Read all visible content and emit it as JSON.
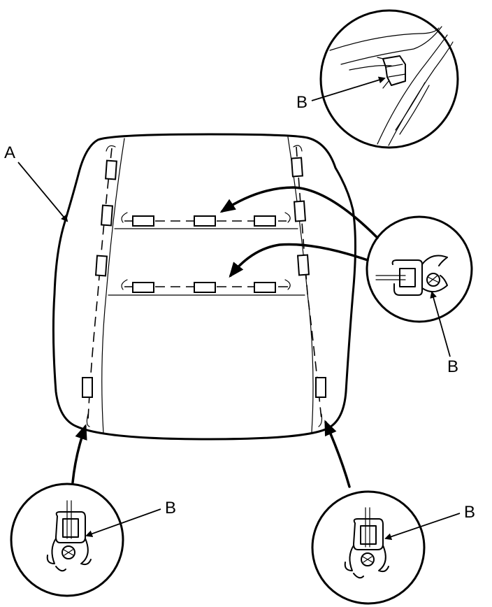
{
  "labels": {
    "cover": "A",
    "clip_top": "B",
    "clip_right": "B",
    "clip_bottom_left": "B",
    "clip_bottom_right": "B"
  }
}
